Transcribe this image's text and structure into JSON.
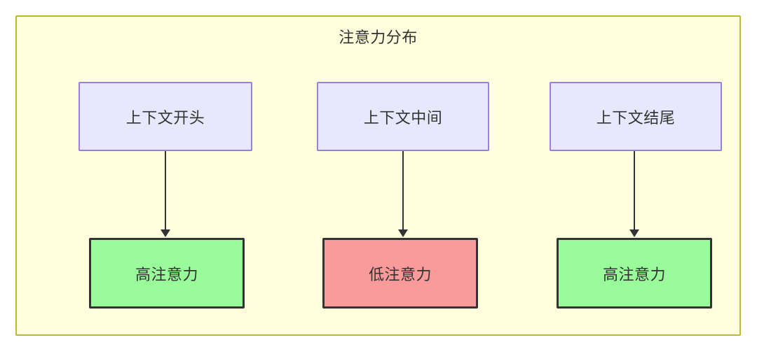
{
  "diagram": {
    "title": "注意力分布",
    "container": {
      "fill": "#ffffdd",
      "stroke": "#bbbb33"
    },
    "nodes": [
      {
        "id": "ctx-start",
        "label": "上下文开头",
        "group": "context",
        "fill": "#e8e8fc",
        "stroke": "#9b7fe0"
      },
      {
        "id": "ctx-middle",
        "label": "上下文中间",
        "group": "context",
        "fill": "#e8e8fc",
        "stroke": "#9b7fe0"
      },
      {
        "id": "ctx-end",
        "label": "上下文结尾",
        "group": "context",
        "fill": "#e8e8fc",
        "stroke": "#9b7fe0"
      },
      {
        "id": "att-start",
        "label": "高注意力",
        "group": "attention-high",
        "fill": "#99fb99",
        "stroke": "#333333"
      },
      {
        "id": "att-middle",
        "label": "低注意力",
        "group": "attention-low",
        "fill": "#fa9a9a",
        "stroke": "#333333"
      },
      {
        "id": "att-end",
        "label": "高注意力",
        "group": "attention-high",
        "fill": "#99fb99",
        "stroke": "#333333"
      }
    ],
    "edges": [
      {
        "id": "edge-1",
        "from": "ctx-start",
        "to": "att-start",
        "label": ""
      },
      {
        "id": "edge-2",
        "from": "ctx-middle",
        "to": "att-middle",
        "label": ""
      },
      {
        "id": "edge-3",
        "from": "ctx-end",
        "to": "att-end",
        "label": ""
      }
    ]
  }
}
